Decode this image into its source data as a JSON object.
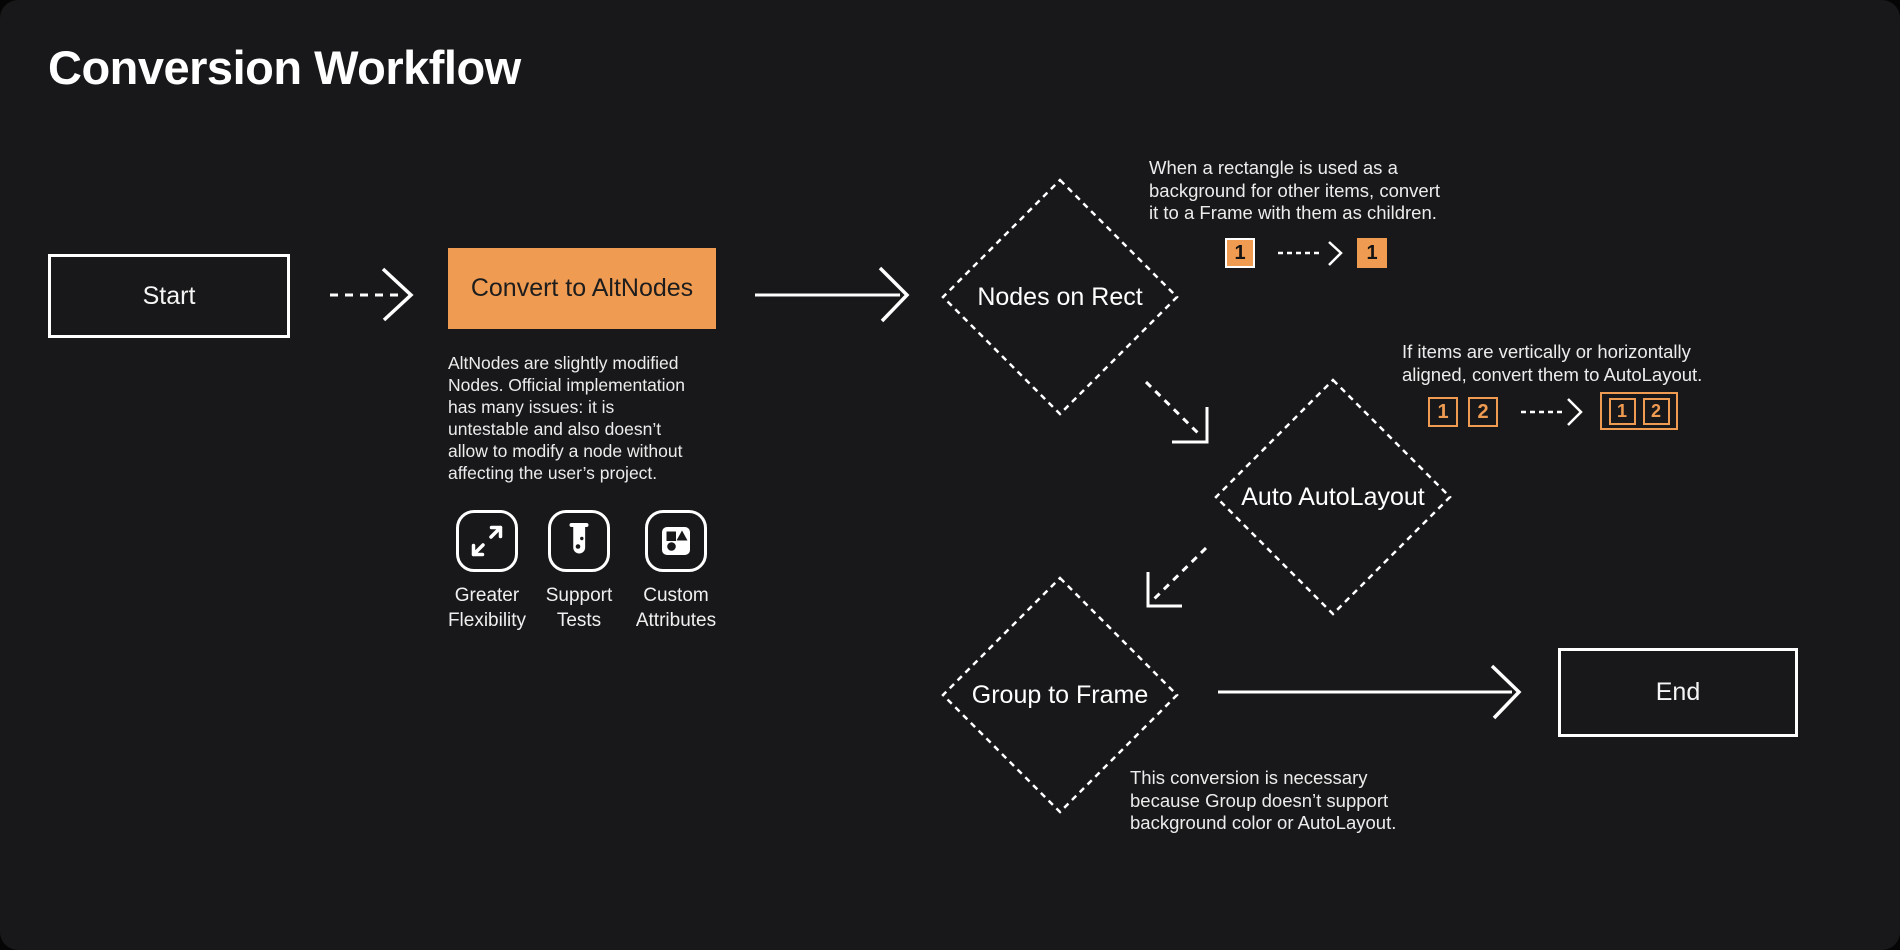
{
  "page": {
    "title": "Conversion Workflow",
    "background_color": "#18181a",
    "accent_color": "#f09b52",
    "stroke_color": "#ffffff"
  },
  "nodes": {
    "start": {
      "label": "Start",
      "shape": "rectangle"
    },
    "convert": {
      "label": "Convert to AltNodes",
      "shape": "rectangle-filled"
    },
    "nodes_on_rect": {
      "label": "Nodes on Rect",
      "shape": "diamond-dashed"
    },
    "auto_autolayout": {
      "label": "Auto AutoLayout",
      "shape": "diamond-dashed"
    },
    "group_to_frame": {
      "label": "Group to Frame",
      "shape": "diamond-dashed"
    },
    "end": {
      "label": "End",
      "shape": "rectangle"
    }
  },
  "notes": {
    "altnodes": "AltNodes are slightly modified\nNodes. Official implementation\nhas many issues: it is\nuntestable and also doesn’t\nallow to modify a node without\naffecting the user’s project.",
    "rect_hint": "When a rectangle is used as a\nbackground for other items, convert\nit to a Frame with them as children.",
    "autolayout_hint": "If items are vertically or horizontally\naligned, convert them to AutoLayout.",
    "group_hint": "This conversion is necessary\nbecause Group doesn’t support\nbackground color or AutoLayout."
  },
  "features": [
    {
      "icon": "expand-arrows-icon",
      "label": "Greater\nFlexibility"
    },
    {
      "icon": "test-tube-icon",
      "label": "Support\nTests"
    },
    {
      "icon": "shapes-icon",
      "label": "Custom\nAttributes"
    }
  ],
  "minis": {
    "rect": {
      "before": "1",
      "after": "1"
    },
    "align": {
      "a": "1",
      "b": "2",
      "grouped_a": "1",
      "grouped_b": "2"
    }
  }
}
